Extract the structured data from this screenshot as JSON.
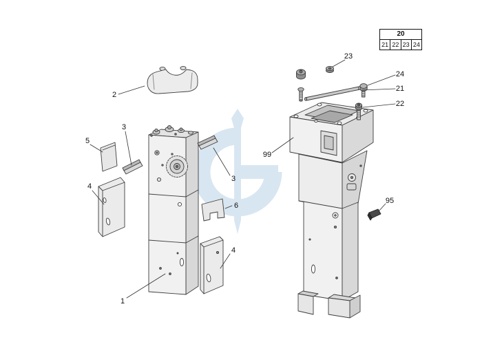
{
  "watermark": {
    "color": "#b9d2e6",
    "opacity": 0.55
  },
  "ref_table": {
    "header": "20",
    "cells": [
      "21",
      "22",
      "23",
      "24"
    ]
  },
  "callouts": {
    "part1": "1",
    "part2": "2",
    "part3": "3",
    "part4": "4",
    "part5": "5",
    "part6": "6",
    "part21": "21",
    "part22": "22",
    "part23": "23",
    "part24": "24",
    "part95": "95",
    "part99": "99"
  }
}
